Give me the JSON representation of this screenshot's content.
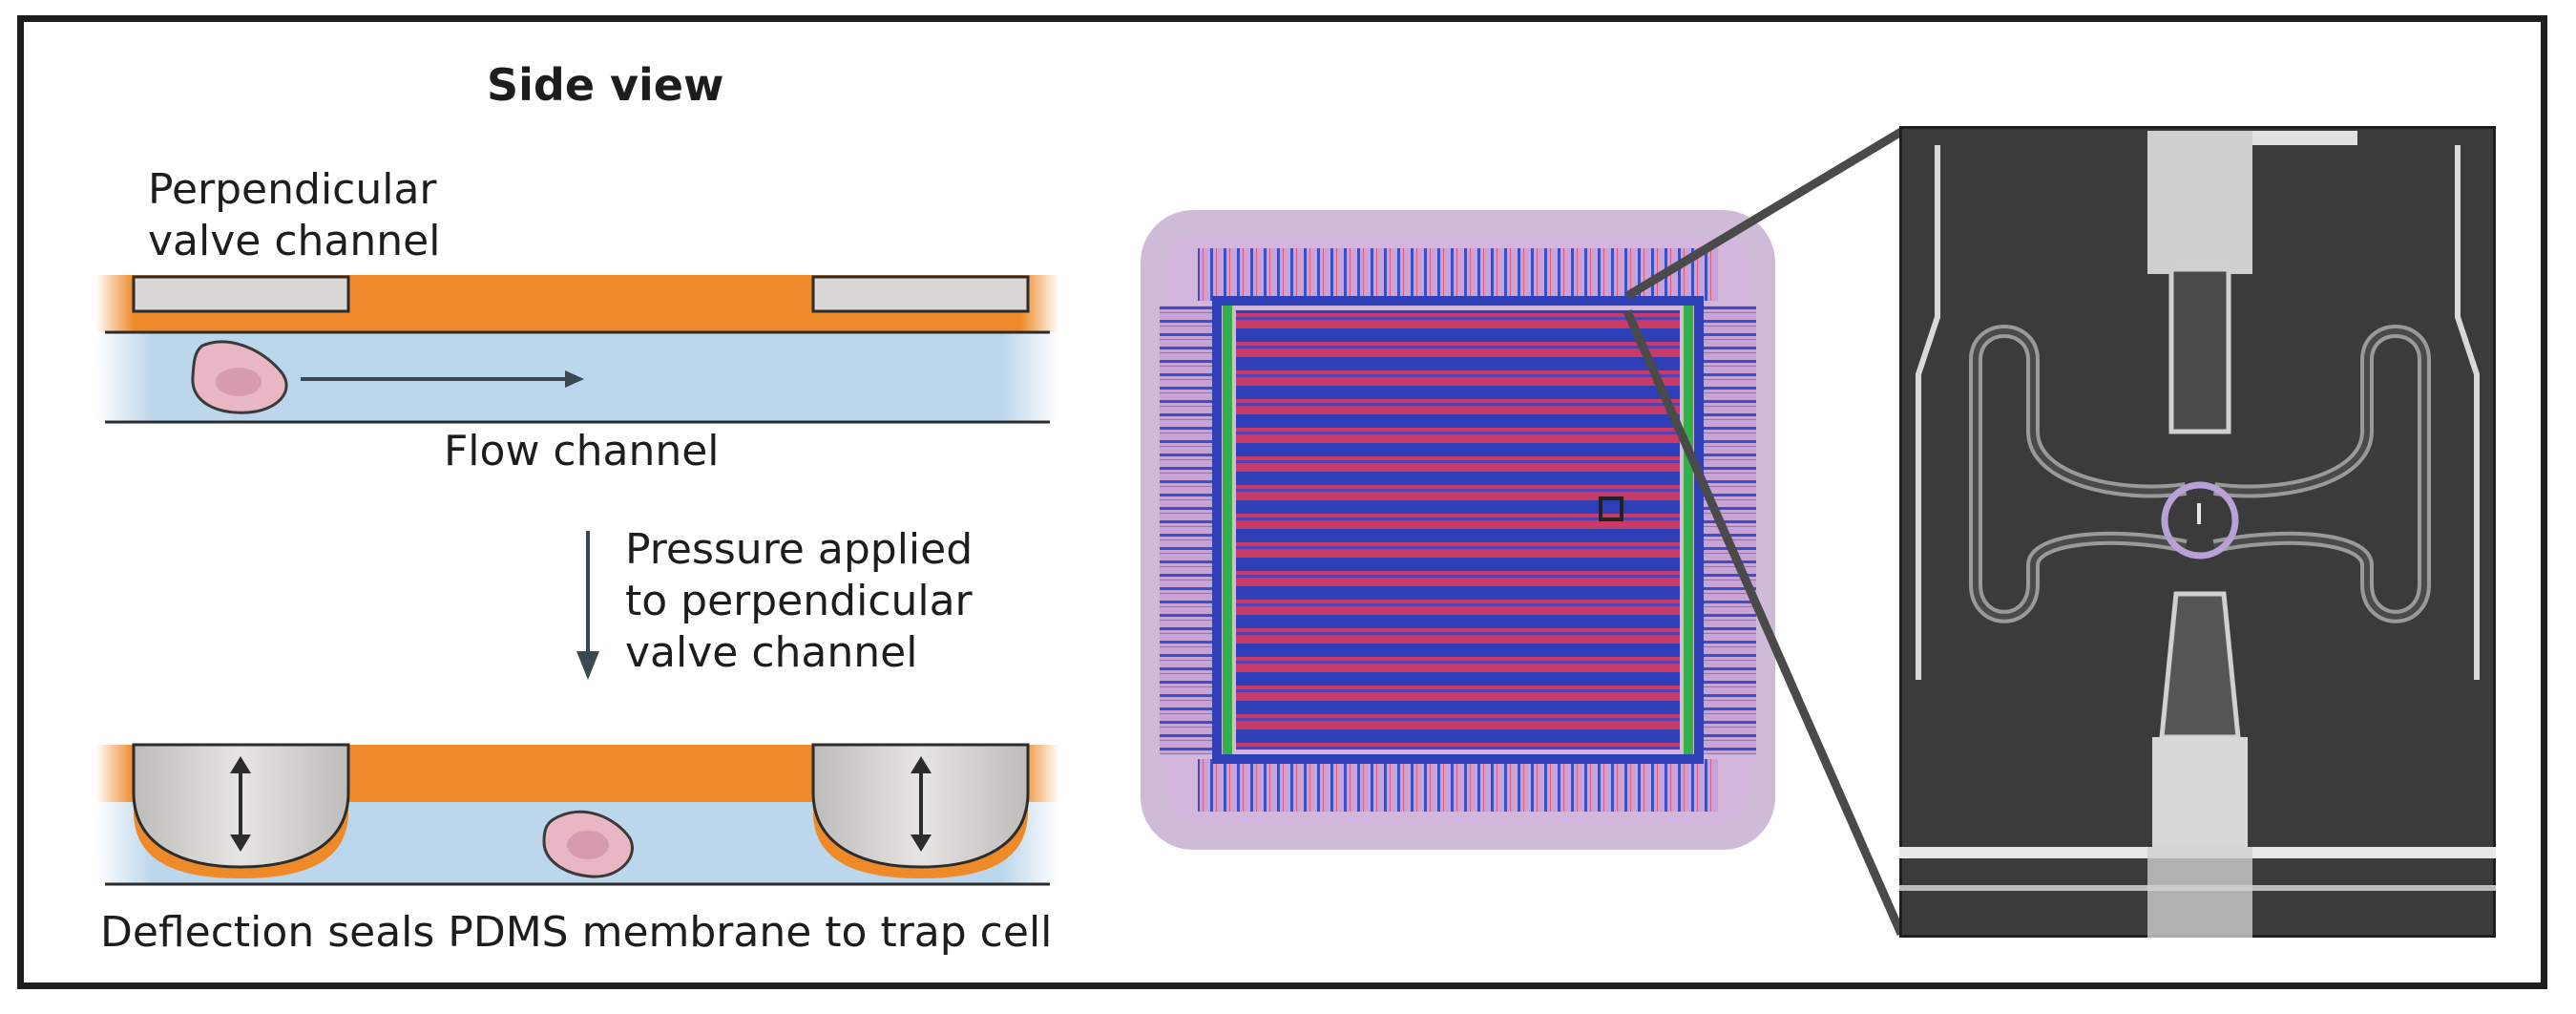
{
  "diagram": {
    "title": "Side view",
    "labels": {
      "valve_channel": [
        "Perpendicular",
        "valve channel"
      ],
      "flow_channel": "Flow channel",
      "pressure": [
        "Pressure applied",
        "to perpendicular",
        "valve channel"
      ],
      "deflection": "Deflection seals PDMS membrane to trap cell"
    }
  },
  "colors": {
    "pdms_orange": "#ee8a2a",
    "flow_blue": "#bcd6ec",
    "valve_gray": "#d9d8d6",
    "cell_pink": "#e9b6c4",
    "arrow_dark": "#3a4850",
    "frame": "#1e1e1e",
    "microscopy_bg": "#3b3b3b",
    "trap_ring": "#b9a0d6"
  }
}
